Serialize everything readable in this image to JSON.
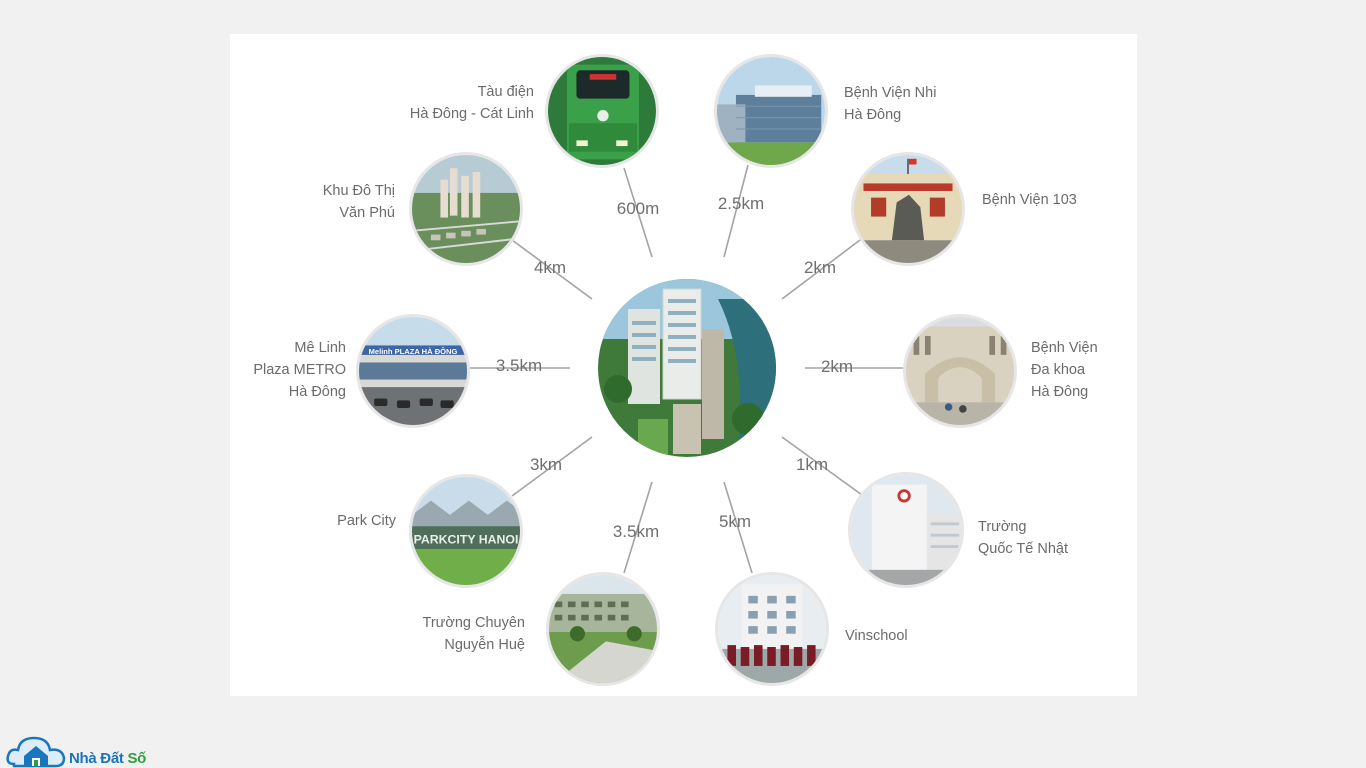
{
  "center": {
    "name": "center-project"
  },
  "nodes": [
    {
      "id": "tau-dien",
      "lines": [
        "Tàu điện",
        "Hà Đông - Cát Linh"
      ],
      "distance": "600m"
    },
    {
      "id": "benh-vien-nhi",
      "lines": [
        "Bệnh Viện Nhi",
        "Hà Đông"
      ],
      "distance": "2.5km"
    },
    {
      "id": "benh-vien-103",
      "lines": [
        "Bệnh Viện 103"
      ],
      "distance": "2km"
    },
    {
      "id": "benh-vien-da-khoa",
      "lines": [
        "Bệnh Viện",
        "Đa khoa",
        "Hà Đông"
      ],
      "distance": "2km"
    },
    {
      "id": "truong-quoc-te-nhat",
      "lines": [
        "Trường",
        "Quốc Tế Nhật"
      ],
      "distance": "1km"
    },
    {
      "id": "vinschool",
      "lines": [
        "Vinschool"
      ],
      "distance": "5km"
    },
    {
      "id": "truong-chuyen",
      "lines": [
        "Trường Chuyên",
        "Nguyễn Huệ"
      ],
      "distance": "3.5km"
    },
    {
      "id": "park-city",
      "lines": [
        "Park City"
      ],
      "distance": "3km"
    },
    {
      "id": "me-linh-plaza",
      "lines": [
        "Mê Linh",
        "Plaza METRO",
        "Hà Đông"
      ],
      "distance": "3.5km"
    },
    {
      "id": "khu-do-thi",
      "lines": [
        "Khu Đô Thị",
        "Văn Phú"
      ],
      "distance": "4km"
    }
  ],
  "photo_text": {
    "me_linh_sign": "Melinh PLAZA HÀ ĐÔNG",
    "park_city_sign": "PARKCITY HANOI"
  },
  "logo": {
    "text_a": "Nhà Đất ",
    "text_b": "Số",
    "color_a": "#1b75bb",
    "color_b": "#2e9e3e"
  },
  "colors": {
    "label": "#6b6b6b",
    "line": "#9a9a9a",
    "panel": "#ffffff",
    "background": "#f1f1f1"
  }
}
